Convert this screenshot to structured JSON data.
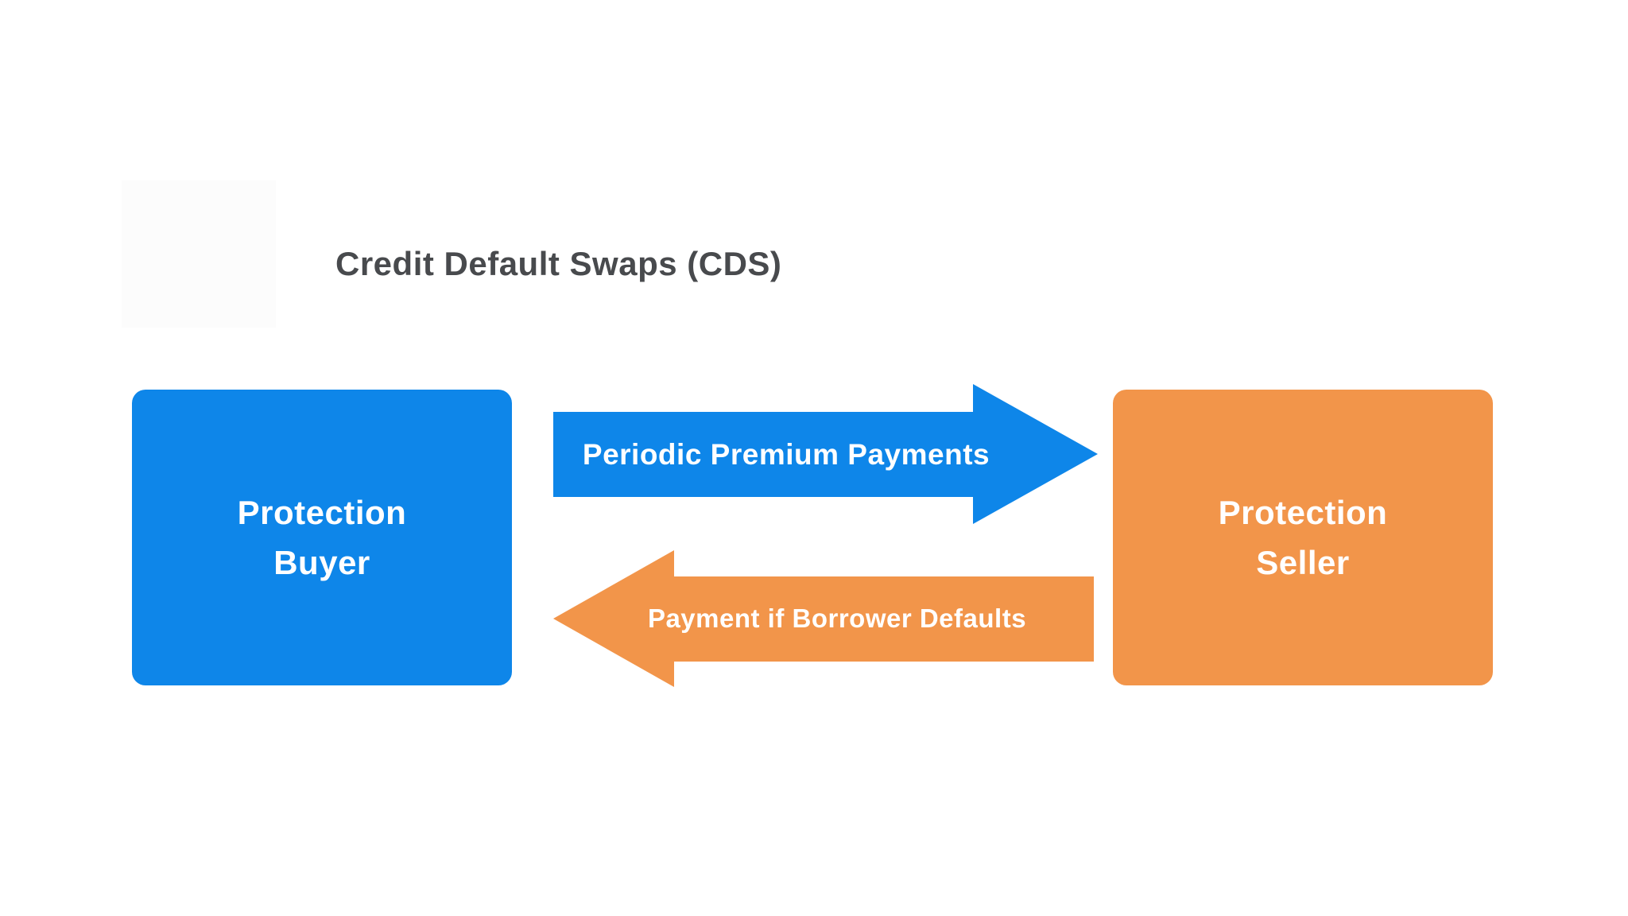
{
  "title": "Credit Default Swaps (CDS)",
  "colors": {
    "buyer_blue": "#0e86e9",
    "seller_orange": "#f2954a",
    "title_text": "#484a4d",
    "label_text": "#ffffff",
    "watermark_bg": "#fcfcfc"
  },
  "nodes": {
    "buyer": {
      "line1": "Protection",
      "line2": "Buyer"
    },
    "seller": {
      "line1": "Protection",
      "line2": "Seller"
    }
  },
  "flows": {
    "premium": {
      "label": "Periodic Premium Payments",
      "from": "Protection Buyer",
      "to": "Protection Seller",
      "direction": "right"
    },
    "default_payment": {
      "label": "Payment if Borrower Defaults",
      "from": "Protection Seller",
      "to": "Protection Buyer",
      "direction": "left"
    }
  }
}
